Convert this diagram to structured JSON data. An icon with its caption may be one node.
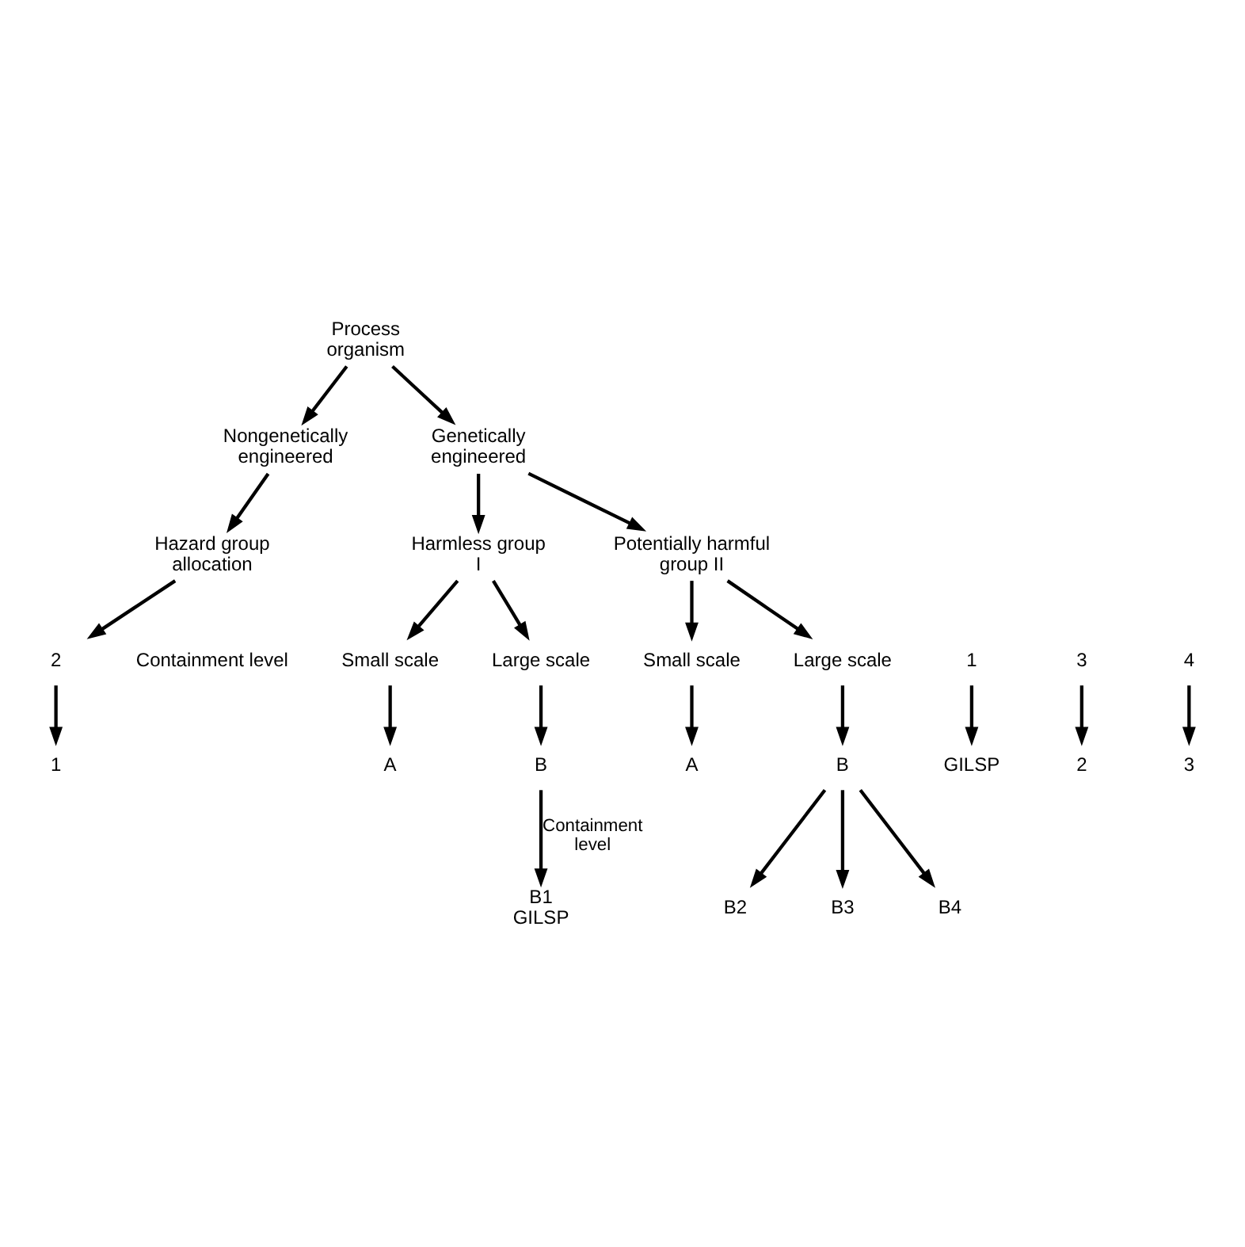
{
  "diagram": {
    "nodes": [
      {
        "text": [
          "Process organism"
        ]
      },
      {
        "text": [
          "Nongenetically engineered"
        ]
      },
      {
        "text": [
          "Genetically engineered"
        ]
      },
      {
        "text": [
          "Hazard group allocation"
        ]
      },
      {
        "text": [
          "Harmless group I"
        ]
      },
      {
        "text": [
          "Potentially harmful group II"
        ]
      },
      {
        "text": [
          "1"
        ]
      },
      {
        "text": [
          "2"
        ]
      },
      {
        "text": [
          "3"
        ]
      },
      {
        "text": [
          "4"
        ]
      },
      {
        "text": [
          "Small scale"
        ]
      },
      {
        "text": [
          "Large scale"
        ]
      },
      {
        "text": [
          "Small scale"
        ]
      },
      {
        "text": [
          "Large scale"
        ]
      },
      {
        "text": [
          "A"
        ]
      },
      {
        "text": [
          "B"
        ]
      },
      {
        "text": [
          "A"
        ]
      },
      {
        "text": [
          "B"
        ]
      },
      {
        "text": [
          "GILSP"
        ]
      },
      {
        "text": [
          "1"
        ]
      },
      {
        "text": [
          "2"
        ]
      },
      {
        "text": [
          "3"
        ]
      },
      {
        "text": [
          "B1",
          "GILSP"
        ]
      },
      {
        "text": [
          "B2"
        ]
      },
      {
        "text": [
          "B3"
        ]
      },
      {
        "text": [
          "B4"
        ]
      }
    ],
    "edges": [
      {
        "from": 0,
        "to": 1,
        "arrow": "to"
      },
      {
        "from": 0,
        "to": 2,
        "arrow": "to"
      },
      {
        "from": 1,
        "to": 3,
        "arrow": "to"
      },
      {
        "from": 3,
        "to": 7,
        "arrow": "to"
      },
      {
        "from": 6,
        "to": 18,
        "arrow": "to"
      },
      {
        "from": 7,
        "to": 19,
        "arrow": "to"
      },
      {
        "from": 8,
        "to": 20,
        "arrow": "to"
      },
      {
        "from": 9,
        "to": 21,
        "arrow": "to"
      },
      {
        "from": 2,
        "to": 4,
        "arrow": "to"
      },
      {
        "from": 2,
        "to": 5,
        "arrow": "to"
      },
      {
        "from": 4,
        "to": 10,
        "arrow": "to"
      },
      {
        "from": 4,
        "to": 11,
        "arrow": "to"
      },
      {
        "from": 5,
        "to": 12,
        "arrow": "to"
      },
      {
        "from": 5,
        "to": 13,
        "arrow": "to"
      },
      {
        "from": 10,
        "to": 14,
        "arrow": "to"
      },
      {
        "from": 11,
        "to": 15,
        "arrow": "to"
      },
      {
        "from": 12,
        "to": 16,
        "arrow": "to"
      },
      {
        "from": 13,
        "to": 17,
        "arrow": "to"
      },
      {
        "from": 15,
        "to": 22,
        "arrow": "to",
        "label": "Containment level"
      },
      {
        "from": 17,
        "to": 23,
        "arrow": "to"
      },
      {
        "from": 17,
        "to": 24,
        "arrow": "to"
      },
      {
        "from": 17,
        "to": 25,
        "arrow": "to"
      }
    ],
    "labels": [
      "Containment level"
    ]
  }
}
